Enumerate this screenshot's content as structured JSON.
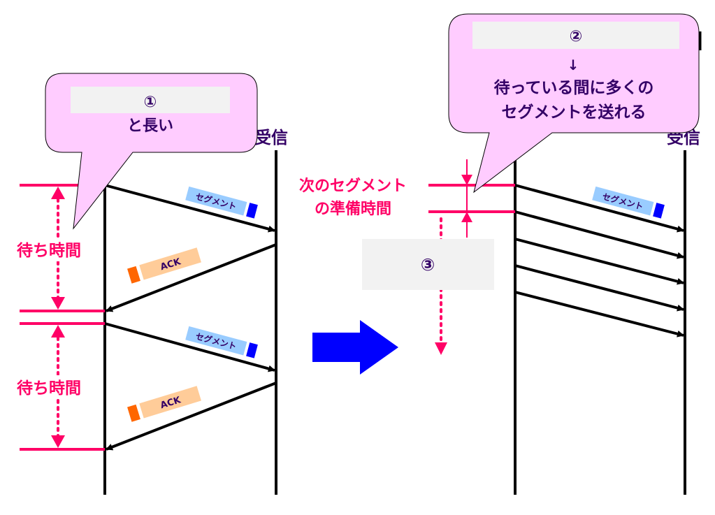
{
  "colors": {
    "pink": "#FF0066",
    "text_purple": "#330066",
    "callout_fill": "#FFCCFF",
    "placeholder_gray": "#F2F2F2",
    "big_arrow": "#0000FF",
    "segment_bg": "#99CCFF",
    "segment_tag": "#0000FF",
    "ack_bg": "#FFCC99",
    "ack_tag": "#FF6600"
  },
  "left": {
    "receiver_label": "受信",
    "wait_label_1": "待ち時間",
    "wait_label_2": "待ち時間",
    "segment_label_1": "セグメント",
    "segment_label_2": "セグメント",
    "ack_label_1": "ACK",
    "ack_label_2": "ACK",
    "callout": {
      "number": "①",
      "text": "と長い"
    }
  },
  "right": {
    "receiver_label": "受信",
    "prep_label_line1": "次のセグメント",
    "prep_label_line2": "の準備時間",
    "box_number": "③",
    "segment_label": "セグメント",
    "callout": {
      "number": "②",
      "arrow": "↓",
      "line1": "待っている間に多くの",
      "line2": "セグメントを送れる"
    }
  }
}
